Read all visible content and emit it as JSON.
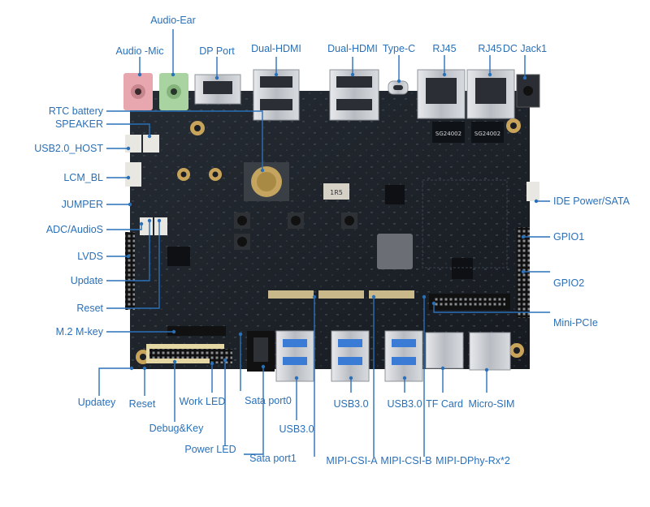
{
  "labels": {
    "audio_ear": "Audio-Ear",
    "audio_mic": "Audio -Mic",
    "dp_port": "DP Port",
    "dual_hdmi_1": "Dual-HDMI",
    "dual_hdmi_2": "Dual-HDMI",
    "type_c": "Type-C",
    "rj45_1": "RJ45",
    "rj45_2": "RJ45",
    "dc_jack": "DC Jack1",
    "rtc_battery": "RTC battery",
    "speaker": "SPEAKER",
    "usb20_host": "USB2.0_HOST",
    "lcm_bl": "LCM_BL",
    "jumper": "JUMPER",
    "adc_audios": "ADC/AudioS",
    "lvds": "LVDS",
    "update": "Update",
    "reset_left": "Reset",
    "m2_mkey": "M.2 M-key",
    "ide_power_sata": "IDE Power/SATA",
    "gpio1": "GPIO1",
    "gpio2": "GPIO2",
    "mini_pcie": "Mini-PCIe",
    "updatey": "Updatey",
    "reset_bottom": "Reset",
    "work_led": "Work LED",
    "debug_key": "Debug&Key",
    "power_led": "Power LED",
    "sata_port0": "Sata port0",
    "sata_port1": "Sata port1",
    "usb30_center": "USB3.0",
    "usb30_a": "USB3.0",
    "usb30_b": "USB3.0",
    "tf_card": "TF Card",
    "micro_sim": "Micro-SIM",
    "mipi_csi_a": "MIPI-CSI-A",
    "mipi_csi_b": "MIPI-CSI-B",
    "mipi_dphy": "MIPI-DPhy-Rx*2"
  },
  "board_markings": {
    "ic_1": "SG24002",
    "ic_2": "SG24002",
    "ic_3": "1R5"
  },
  "colors": {
    "label": "#2a70b8",
    "pcb": "#1d2229",
    "metal": "#c9ccd1",
    "audio_pink": "#e8a6ae",
    "audio_green": "#a9d4a1"
  }
}
